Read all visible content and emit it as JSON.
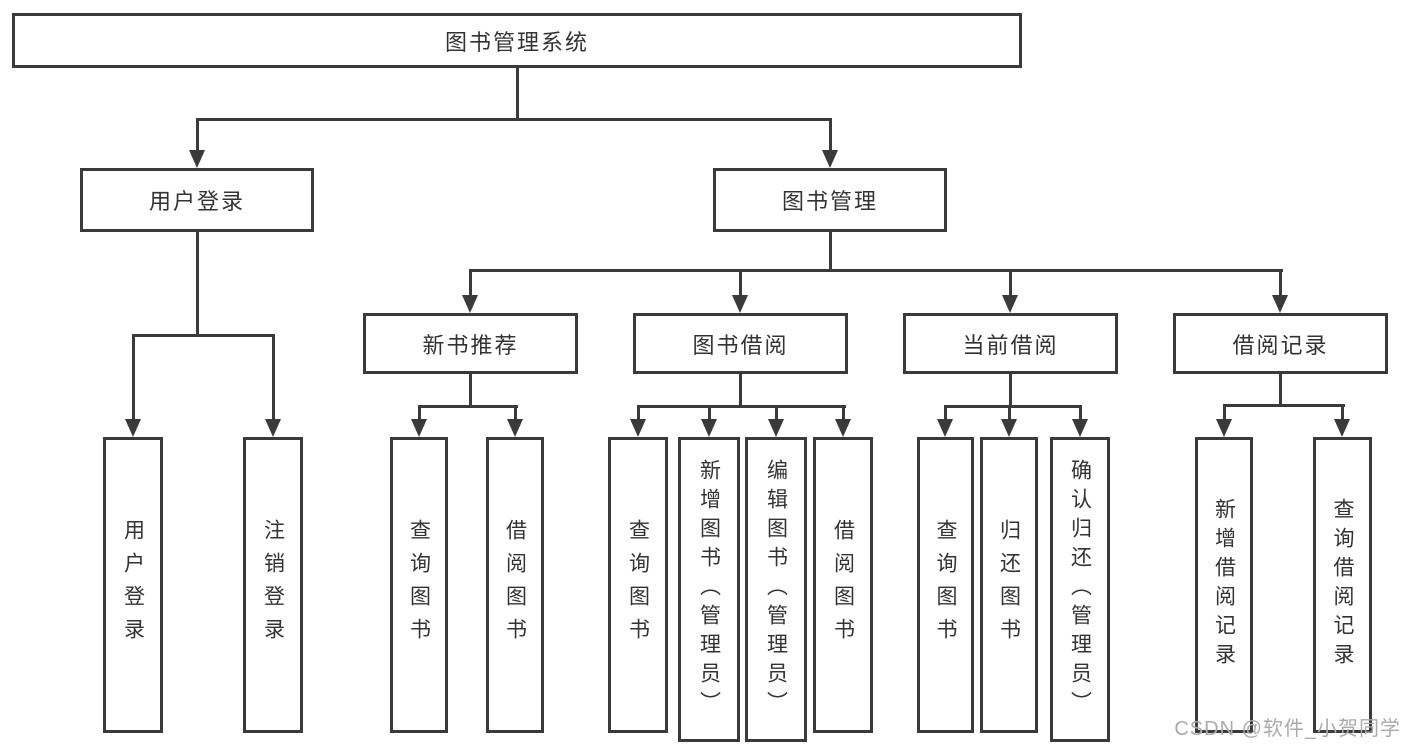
{
  "diagram": {
    "title": "图书管理系统",
    "watermark": "CSDN @软件_小贺同学",
    "colors": {
      "line": "#3a3a3a",
      "text": "#333333",
      "watermark": "#ababab",
      "background": "#ffffff"
    },
    "level2": [
      {
        "label": "用户登录"
      },
      {
        "label": "图书管理"
      }
    ],
    "level3": [
      {
        "label": "新书推荐"
      },
      {
        "label": "图书借阅"
      },
      {
        "label": "当前借阅"
      },
      {
        "label": "借阅记录"
      }
    ],
    "leaves": {
      "user_login": [
        "用户登录",
        "注销登录"
      ],
      "new_book": [
        "查询图书",
        "借阅图书"
      ],
      "book_borrow": [
        "查询图书",
        "新增图书（管理员）",
        "编辑图书（管理员）",
        "借阅图书"
      ],
      "current_borrow": [
        "查询图书",
        "归还图书",
        "确认归还（管理员）"
      ],
      "borrow_record": [
        "新增借阅记录",
        "查询借阅记录"
      ]
    }
  }
}
